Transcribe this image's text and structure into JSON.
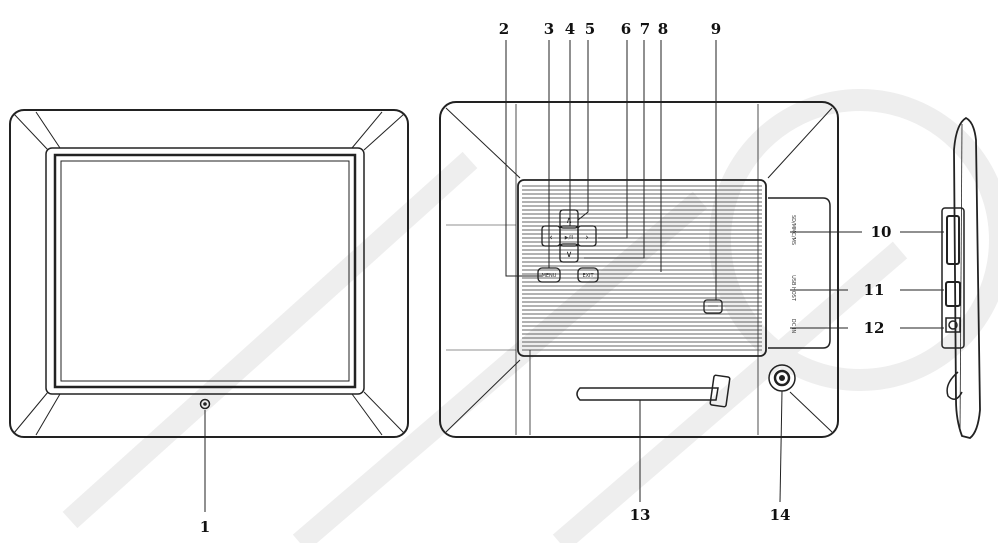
{
  "diagram": {
    "colors": {
      "ink": "#222222",
      "watermark": "#eeeeee",
      "background": "#ffffff"
    },
    "callouts": [
      {
        "id": "c1",
        "number": "1"
      },
      {
        "id": "c2",
        "number": "2"
      },
      {
        "id": "c3",
        "number": "3"
      },
      {
        "id": "c4",
        "number": "4"
      },
      {
        "id": "c5",
        "number": "5"
      },
      {
        "id": "c6",
        "number": "6"
      },
      {
        "id": "c7",
        "number": "7"
      },
      {
        "id": "c8",
        "number": "8"
      },
      {
        "id": "c9",
        "number": "9"
      },
      {
        "id": "c10",
        "number": "10"
      },
      {
        "id": "c11",
        "number": "11"
      },
      {
        "id": "c12",
        "number": "12"
      },
      {
        "id": "c13",
        "number": "13"
      },
      {
        "id": "c14",
        "number": "14"
      }
    ],
    "port_labels": {
      "card_slot": "SD/MMC/MS",
      "usb": "USB HOST",
      "dc_in": "DC IN"
    },
    "button_labels": {
      "menu": "MENU",
      "exit": "EXIT",
      "play": "▶/II"
    }
  }
}
